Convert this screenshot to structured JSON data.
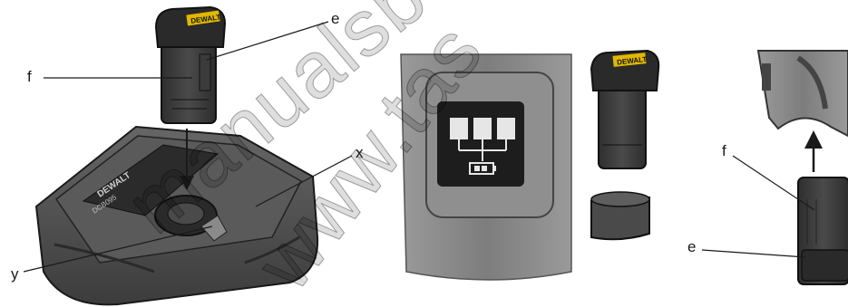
{
  "panel1": {
    "callouts": {
      "e": "e",
      "f": "f",
      "x": "x",
      "y": "y"
    },
    "battery_brand": "DEWALT",
    "charger_model": "DCB095",
    "charger_brand": "DEWALT"
  },
  "panel2": {
    "battery_brand": "DEWALT",
    "indicator_bars": 3,
    "icon": "battery-charge-icon"
  },
  "panel3": {
    "callouts": {
      "f": "f",
      "e": "e"
    }
  },
  "watermark": {
    "text_1": "manualsb",
    "text_2": "www.tas"
  },
  "colors": {
    "line": "#222222",
    "charger_body": "#4d4d4d",
    "battery_body": "#3a3a3a",
    "indicator_bg": "#1d1d1d",
    "indicator_bar": "#e6e6e6",
    "tool_body": "#6b6b6b"
  }
}
